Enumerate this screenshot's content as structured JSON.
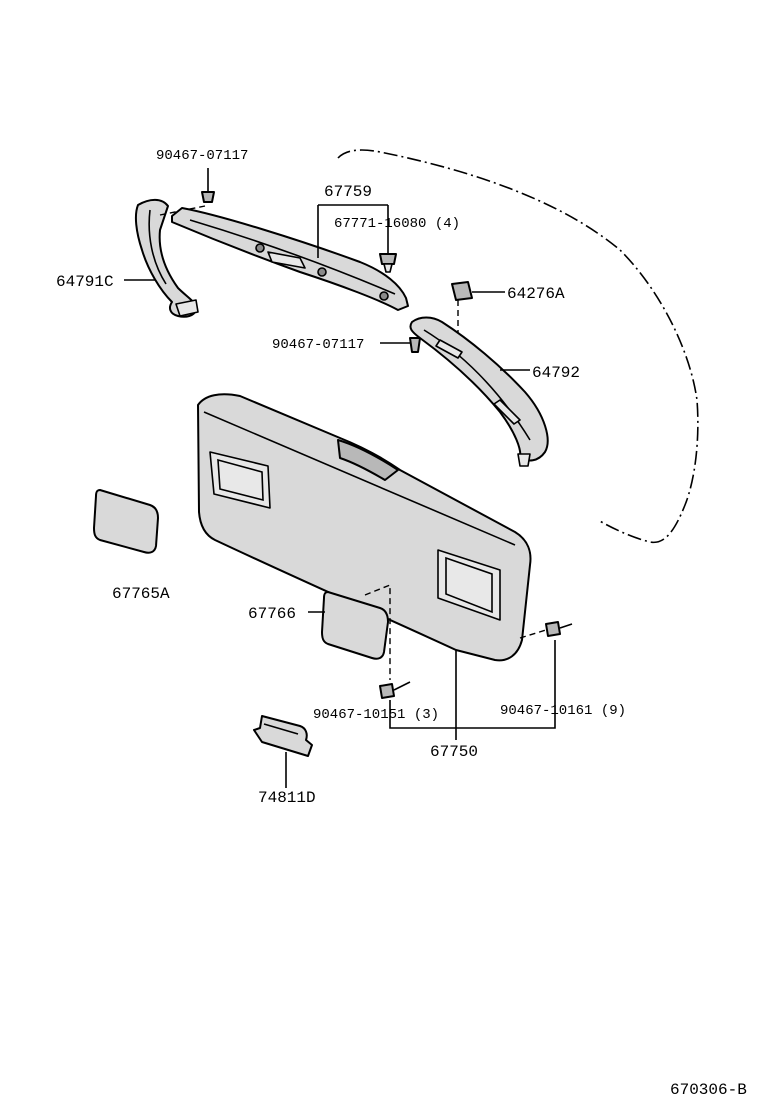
{
  "labels": {
    "p90467_07117_top": "90467-07117",
    "p67759": "67759",
    "p67771": "67771-16080 (4)",
    "p64791C": "64791C",
    "p64276A": "64276A",
    "p90467_07117_mid": "90467-07117",
    "p64792": "64792",
    "p67765A": "67765A",
    "p67766": "67766",
    "p90467_10151": "90467-10151 (3)",
    "p90467_10161": "90467-10161 (9)",
    "p67750": "67750",
    "p74811D": "74811D",
    "diagram_code": "670306-B"
  }
}
